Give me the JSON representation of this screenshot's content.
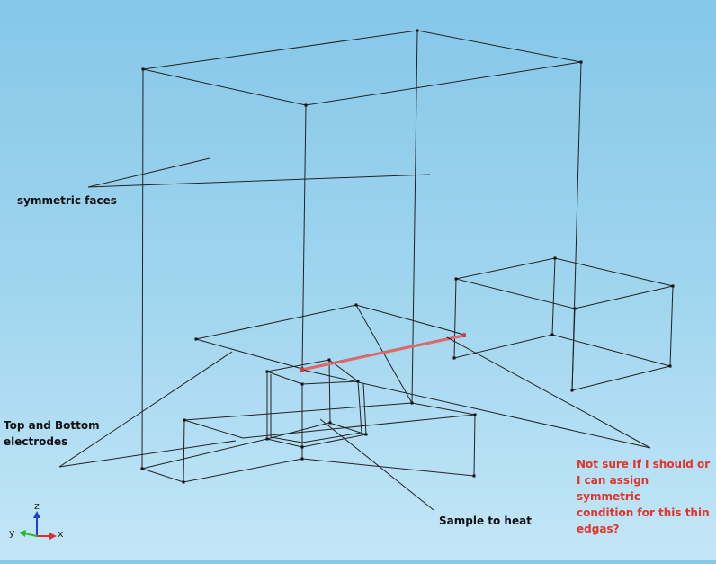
{
  "labels": {
    "symmetric_faces": "symmetric faces",
    "electrodes": "Top and Bottom\nelectrodes",
    "sample": "Sample to heat",
    "note": "Not sure If I should or\nI can assign symmetric\ncondition for this thin\nedgas?"
  },
  "axes": {
    "z": "z",
    "y": "y",
    "x": "x"
  },
  "colors": {
    "background_top": "#85c7e8",
    "background_bottom": "#c3e6f7",
    "wire": "#222222",
    "highlight_edge": "#e06868",
    "note_text": "#e0352b",
    "axis_z": "#1f3fd6",
    "axis_y": "#26b82a",
    "axis_x": "#d93030"
  }
}
